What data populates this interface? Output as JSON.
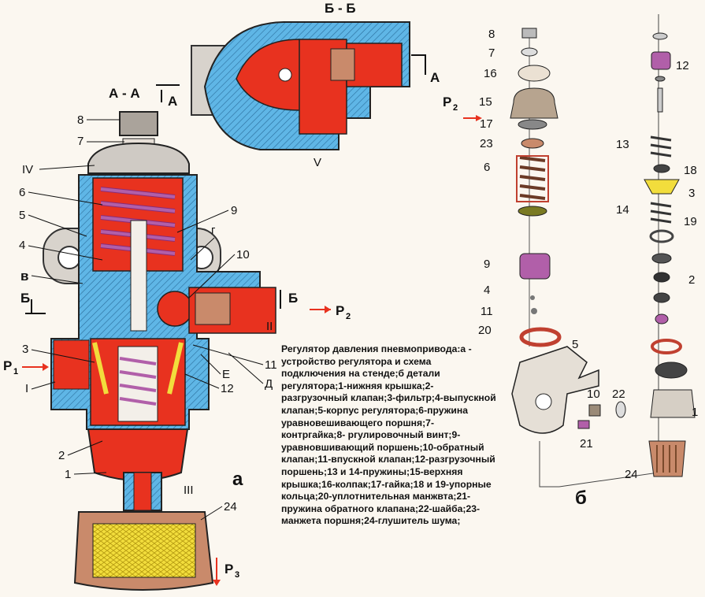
{
  "figure": {
    "section_bb": "Б - Б",
    "section_aa": "А - А",
    "letter_a": "А",
    "letter_b": "Б",
    "view_a": "а",
    "view_b": "б",
    "pressures": {
      "p1": "P",
      "p1_sub": "1",
      "p2": "P",
      "p2_sub": "2",
      "p3": "P",
      "p3_sub": "3"
    },
    "roman": {
      "I": "I",
      "II": "II",
      "III": "III",
      "IV": "IV",
      "V": "V"
    },
    "letters": {
      "v": "в",
      "g": "г",
      "e": "Е",
      "d": "Д"
    },
    "left_labels": {
      "n8": "8",
      "n7": "7",
      "n6": "6",
      "n5": "5",
      "n4": "4",
      "n3": "3",
      "n2": "2",
      "n1": "1",
      "n9": "9",
      "n10": "10",
      "n11": "11",
      "n12": "12",
      "n24": "24"
    },
    "mid_labels": {
      "n8": "8",
      "n7": "7",
      "n16": "16",
      "n15": "15",
      "n17": "17",
      "n23": "23",
      "n6": "6",
      "n9": "9",
      "n4": "4",
      "n11": "11",
      "n20": "20",
      "n5": "5",
      "n10": "10",
      "n22": "22",
      "n21": "21"
    },
    "right_labels": {
      "n12": "12",
      "n13": "13",
      "n18": "18",
      "n3": "3",
      "n14": "14",
      "n19": "19",
      "n2": "2",
      "n1": "1",
      "n24": "24"
    }
  },
  "caption": "Регулятор давления пневмопривода:а - устройство регулятора и схема подключения на стенде;б детали регулятора;1-нижняя крышка;2-разгрузочный клапан;3-фильтр;4-выпускной клапан;5-корпус регулятора;6-пружина уравновешивающего поршня;7-контргайка;8- ргулировочный винт;9-уравновшивающий поршень;10-обратный клапан;11-впускной клапан;12-разгрузочный поршень;13 и 14-пружины;15-верхняя крышка;16-колпак;17-гайка;18 и 19-упорные кольца;20-уплотнительная манжвта;21-пружина обратного клапана;22-шайба;23-манжета поршня;24-глушитель шума;",
  "colors": {
    "red": "#e8321f",
    "blue": "#5fb6e6",
    "purple": "#b15fa9",
    "yellow": "#f2dd3c",
    "gray": "#cfcac4"
  }
}
